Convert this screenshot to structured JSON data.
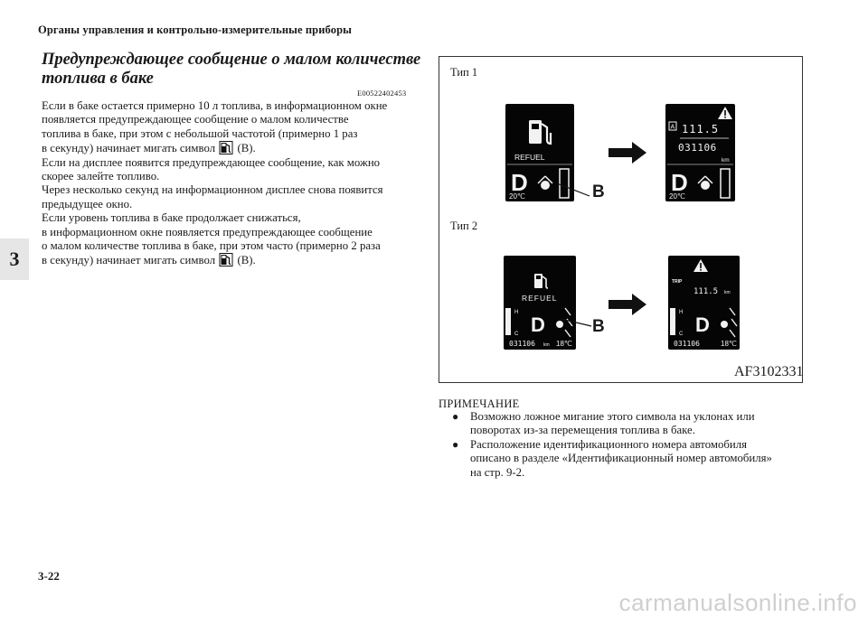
{
  "header": {
    "title": "Органы управления и контрольно-измерительные приборы"
  },
  "chapter_tab": "3",
  "section": {
    "title_lines": [
      "Предупреждающее сообщение о малом количестве",
      "топлива в баке"
    ],
    "code": "E00522402453",
    "paragraph": [
      "Если в баке остается примерно 10 л топлива, в информационном окне",
      "появляется предупреждающее сообщение о малом количестве",
      "топлива в баке, при этом с небольшой частотой (примерно 1 раз",
      "в секунду) начинает мигать символ",
      "(B).",
      "Если на дисплее появится предупреждающее сообщение, как можно",
      "скорее залейте топливо.",
      "Через несколько секунд на информационном дисплее снова появится",
      "предыдущее окно.",
      "Если уровень топлива в баке продолжает снижаться,",
      "в информационном окне появляется предупреждающее сообщение",
      "о малом количестве топлива в баке, при этом часто (примерно 2 раза",
      "в секунду) начинает мигать символ",
      "(B)."
    ]
  },
  "figure": {
    "type1_label": "Тип 1",
    "type2_label": "Тип 2",
    "figure_id": "AF3102331",
    "callout": "B",
    "display1a": {
      "message": "REFUEL",
      "gear": "D",
      "temp": "20℃"
    },
    "display1b": {
      "trip": "111.5",
      "odo": "031106",
      "unit": "km",
      "gear": "D",
      "temp": "20℃",
      "corner": "A"
    },
    "display2a": {
      "message": "REFUEL",
      "gear": "D",
      "odo": "031106",
      "unit": "km",
      "temp": "18℃",
      "h": "H",
      "c": "C"
    },
    "display2b": {
      "trip_badge": "TRIP",
      "trip": "111.5",
      "unit": "km",
      "gear": "D",
      "odo": "031106",
      "temp": "18℃",
      "h": "H",
      "c": "C"
    }
  },
  "note": {
    "heading": "ПРИМЕЧАНИЕ",
    "items": [
      [
        "Возможно ложное мигание этого символа на уклонах или",
        "поворотах из-за перемещения топлива в баке."
      ],
      [
        "Расположение идентификационного номера автомобиля",
        "описано в разделе «Идентификационный номер автомобиля»",
        "на стр. 9-2."
      ]
    ],
    "bullet": "●"
  },
  "page_number": "3-22",
  "watermark": "carmanualsonline.info"
}
